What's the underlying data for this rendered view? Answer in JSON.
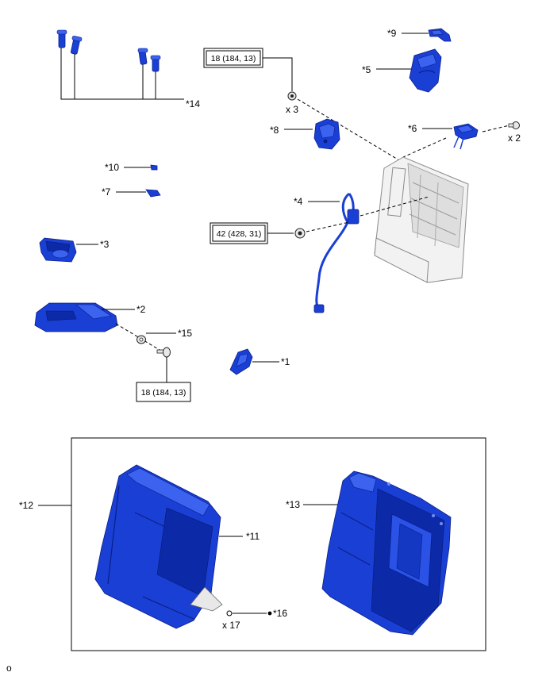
{
  "colors": {
    "part": "#1a3fd4",
    "part_dark": "#0c2aa8",
    "part_light": "#3b63f0",
    "frame": "#f2f2f2",
    "line": "#000000"
  },
  "callouts": {
    "c1": "*1",
    "c2": "*2",
    "c3": "*3",
    "c4": "*4",
    "c5": "*5",
    "c6": "*6",
    "c7": "*7",
    "c8": "*8",
    "c9": "*9",
    "c10": "*10",
    "c11": "*11",
    "c12": "*12",
    "c13": "*13",
    "c14": "*14",
    "c15": "*15",
    "c16": "*16"
  },
  "torque": {
    "t_top": "18 (184, 13)",
    "t_mid": "42 (428, 31)",
    "t_bottom": "18 (184, 13)"
  },
  "quantities": {
    "q_top": "x 3",
    "q_right": "x 2",
    "q_bottom": "x 17"
  },
  "footer": {
    "mark": "o"
  }
}
